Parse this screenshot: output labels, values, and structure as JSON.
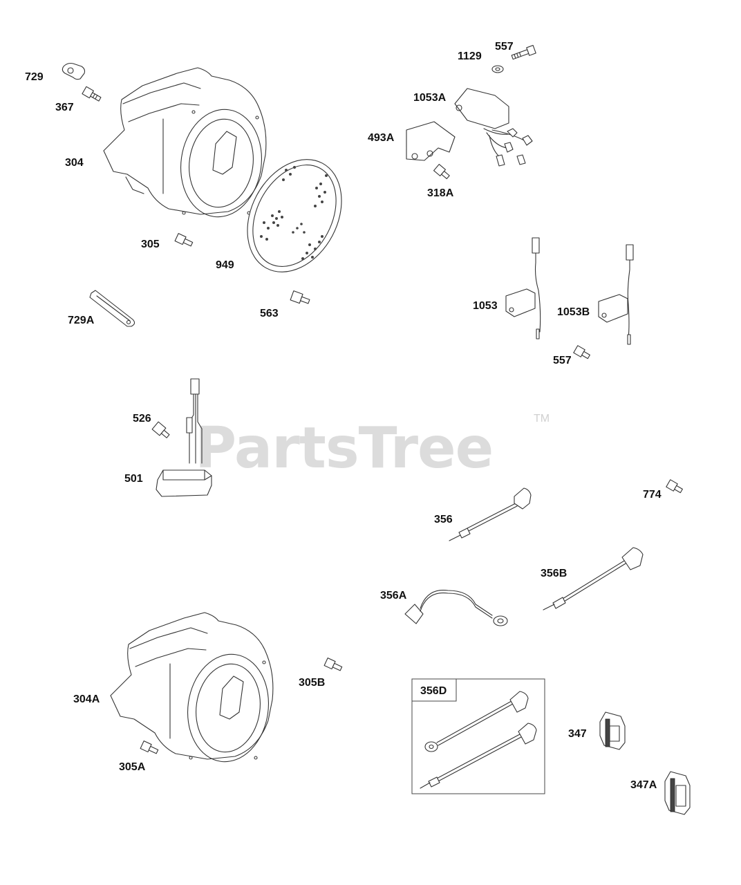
{
  "watermark": {
    "text": "PartsTree",
    "tm": "TM"
  },
  "callouts": {
    "l729": "729",
    "l367": "367",
    "l304": "304",
    "l305": "305",
    "l949": "949",
    "l563": "563",
    "l729A": "729A",
    "l557a": "557",
    "l1129": "1129",
    "l1053A": "1053A",
    "l493A": "493A",
    "l318A": "318A",
    "l1053": "1053",
    "l1053B": "1053B",
    "l557b": "557",
    "l526": "526",
    "l501": "501",
    "l356": "356",
    "l774": "774",
    "l356A": "356A",
    "l356B": "356B",
    "l304A": "304A",
    "l305B": "305B",
    "l305A": "305A",
    "l356D": "356D",
    "l347": "347",
    "l347A": "347A"
  }
}
